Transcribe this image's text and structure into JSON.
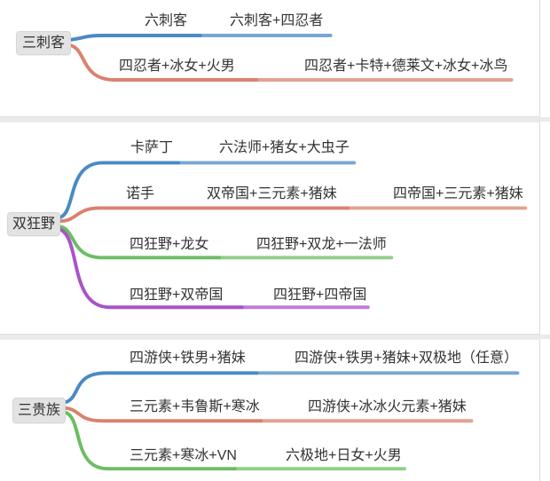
{
  "colors": {
    "blue": "#4a8ac4",
    "red": "#d8836f",
    "green": "#6cbd63",
    "purple": "#a854c8",
    "node_box_bg": "#e3e3e3",
    "text": "#333333",
    "divider": "#eaeaea"
  },
  "mindmaps": [
    {
      "root": "三刺客",
      "branches": [
        {
          "color": "blue",
          "nodes": [
            "六刺客",
            "六刺客+四忍者"
          ]
        },
        {
          "color": "red",
          "nodes": [
            "四忍者+冰女+火男",
            "四忍者+卡特+德莱文+冰女+冰鸟"
          ]
        }
      ]
    },
    {
      "root": "双狂野",
      "branches": [
        {
          "color": "blue",
          "nodes": [
            "卡萨丁",
            "六法师+猪女+大虫子"
          ]
        },
        {
          "color": "red",
          "nodes": [
            "诺手",
            "双帝国+三元素+猪妹",
            "四帝国+三元素+猪妹"
          ]
        },
        {
          "color": "green",
          "nodes": [
            "四狂野+龙女",
            "四狂野+双龙+一法师"
          ]
        },
        {
          "color": "purple",
          "nodes": [
            "四狂野+双帝国",
            "四狂野+四帝国"
          ]
        }
      ]
    },
    {
      "root": "三贵族",
      "branches": [
        {
          "color": "blue",
          "nodes": [
            "四游侠+铁男+猪妹",
            "四游侠+铁男+猪妹+双极地（任意）"
          ]
        },
        {
          "color": "red",
          "nodes": [
            "三元素+韦鲁斯+寒冰",
            "四游侠+冰冰火元素+猪妹"
          ]
        },
        {
          "color": "green",
          "nodes": [
            "三元素+寒冰+VN",
            "六极地+日女+火男"
          ]
        }
      ]
    }
  ]
}
